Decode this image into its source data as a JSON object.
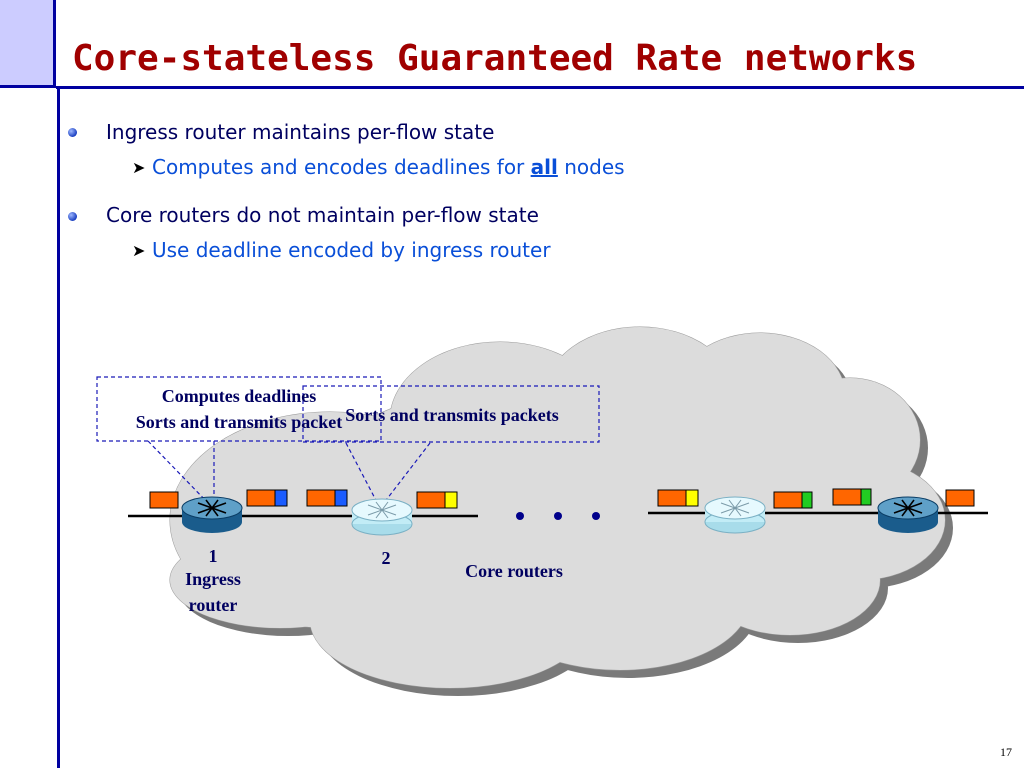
{
  "slide": {
    "title": "Core-stateless Guaranteed Rate networks",
    "page_number": "17"
  },
  "bullets": [
    {
      "text": "Ingress router maintains per-flow state",
      "sub": {
        "before": "Computes and encodes deadlines for ",
        "emph": "all",
        "after": " nodes"
      }
    },
    {
      "text": "Core routers do not maintain per-flow state",
      "sub": {
        "before": "Use deadline encoded by ingress router",
        "emph": "",
        "after": ""
      }
    }
  ],
  "diagram": {
    "callout_ingress_line1": "Computes deadlines",
    "callout_ingress_line2": "Sorts and transmits packet",
    "callout_core": "Sorts and transmits packets",
    "router1_number": "1",
    "router1_label_line1": "Ingress",
    "router1_label_line2": "router",
    "router2_number": "2",
    "core_label": "Core routers"
  },
  "colors": {
    "title": "#a00000",
    "primary_bullet": "#000060",
    "secondary_bullet": "#0a4fd8",
    "packet_orange": "#ff6600",
    "packet_blue": "#1a5cff",
    "packet_yellow": "#ffff00",
    "packet_green": "#22cc22",
    "cloud": "#dddddd",
    "router_light": "#d8f4fc",
    "router_dark": "#1a5c8c"
  }
}
